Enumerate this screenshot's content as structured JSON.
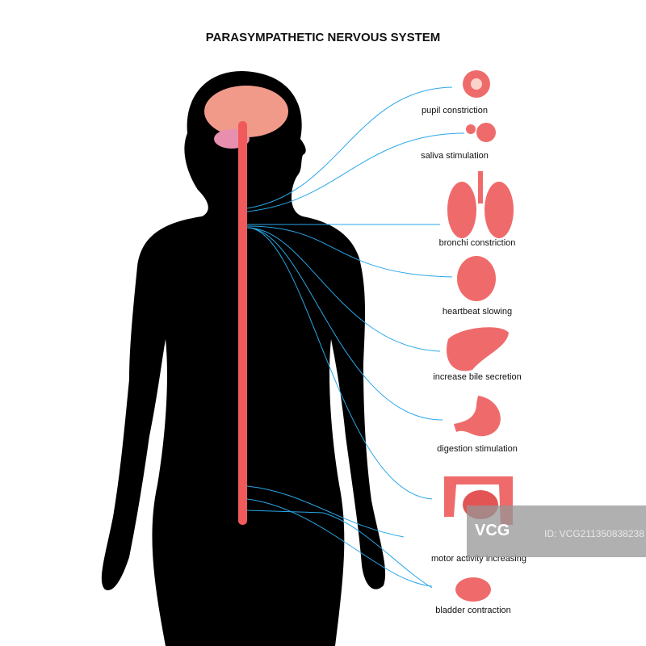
{
  "title": "PARASYMPATHETIC NERVOUS SYSTEM",
  "labels": {
    "pupil": "pupil constriction",
    "saliva": "saliva stimulation",
    "bronchi": "bronchi constriction",
    "heart": "heartbeat slowing",
    "bile": "increase bile secretion",
    "digestion": "digestion stimulation",
    "motor": "motor activity increasing",
    "bladder": "bladder contraction"
  },
  "watermark": {
    "logo": "VCG",
    "id": "ID: VCG211350838238"
  },
  "colors": {
    "nerve": "#2aa7e8",
    "organ": "#ef6b6b",
    "spine": "#f05a5a",
    "silhouette": "#000000"
  }
}
